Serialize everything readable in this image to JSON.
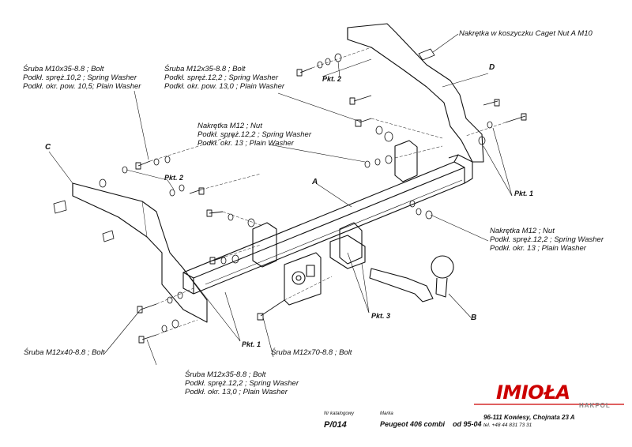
{
  "labels": {
    "nut_cage": "Nakrętka w koszyczku Caget Nut A M10",
    "bolt_m10x35": [
      "Śruba M10x35-8.8 ;  Bolt",
      "Podkł. spręż.10,2 ; Spring Washer",
      "Podkł. okr. pow. 10,5; Plain Washer"
    ],
    "bolt_m12x35_top": [
      "Śruba M12x35-8.8 ;  Bolt",
      "Podkł. spręż.12,2 ; Spring Washer",
      "Podkł. okr. pow. 13,0 ; Plain Washer"
    ],
    "nut_m12_top": [
      "Nakrętka  M12 ; Nut",
      "Podkł. spręż.12,2 ; Spring Washer",
      "Podkł. okr. 13 ; Plain Washer"
    ],
    "nut_m12_right": [
      "Nakrętka  M12 ; Nut",
      "Podkł. spręż.12,2 ; Spring Washer",
      "Podkł. okr. 13 ; Plain Washer"
    ],
    "bolt_m12x40": "Śruba M12x40-8.8 ;  Bolt",
    "bolt_m12x70": "Śruba M12x70-8.8 ;  Bolt",
    "bolt_m12x35_bottom": [
      "Śruba M12x35-8.8 ;  Bolt",
      "Podkł. spręż.12,2 ; Spring Washer",
      "Podkł. okr. 13,0 ; Plain Washer"
    ]
  },
  "parts": {
    "a": "A",
    "b": "B",
    "c": "C",
    "d": "D"
  },
  "points": {
    "p1": "Pkt. 1",
    "p2": "Pkt. 2",
    "p3": "Pkt. 3"
  },
  "footer": {
    "catalog_caption": "Nr katalogowy",
    "catalog_value": "P/014",
    "brand_caption": "Marka",
    "brand_value": "Peugeot 406 combi",
    "date_value": "od 95-04"
  },
  "company": {
    "logo": "IMIOŁA",
    "logo_sub": "HAKPOL",
    "address": "96-111 Kowiesy, Chojnata 23 A",
    "phone": "tel. +48 44 831 73 31"
  }
}
